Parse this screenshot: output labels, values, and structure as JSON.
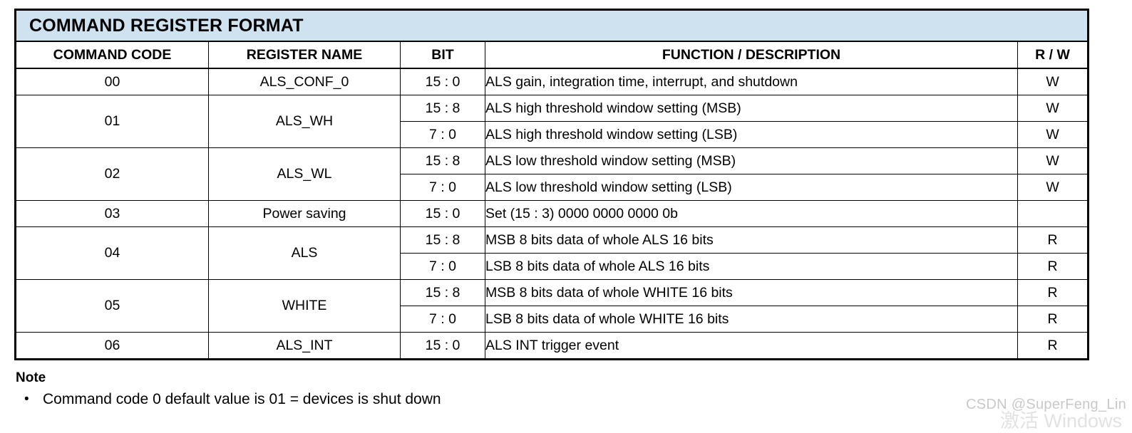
{
  "table": {
    "title": "COMMAND REGISTER FORMAT",
    "title_bg": "#cee2f0",
    "headers": {
      "command_code": "COMMAND CODE",
      "register_name": "REGISTER NAME",
      "bit": "BIT",
      "function_description": "FUNCTION / DESCRIPTION",
      "rw": "R / W"
    },
    "rows": [
      {
        "code": "00",
        "name": "ALS_CONF_0",
        "bit": "15 : 0",
        "desc": "ALS gain, integration time, interrupt, and shutdown",
        "rw": "W"
      },
      {
        "code": "01",
        "name": "ALS_WH",
        "bit": "15 : 8",
        "desc": "ALS high threshold window setting (MSB)",
        "rw": "W"
      },
      {
        "code": "",
        "name": "",
        "bit": "7 : 0",
        "desc": "ALS high threshold window setting (LSB)",
        "rw": "W"
      },
      {
        "code": "02",
        "name": "ALS_WL",
        "bit": "15 : 8",
        "desc": "ALS low threshold window setting (MSB)",
        "rw": "W"
      },
      {
        "code": "",
        "name": "",
        "bit": "7 : 0",
        "desc": "ALS low threshold window setting (LSB)",
        "rw": "W"
      },
      {
        "code": "03",
        "name": "Power saving",
        "bit": "15 : 0",
        "desc": "Set (15 : 3) 0000 0000 0000 0b",
        "rw": ""
      },
      {
        "code": "04",
        "name": "ALS",
        "bit": "15 : 8",
        "desc": "MSB 8 bits data of whole ALS 16 bits",
        "rw": "R"
      },
      {
        "code": "",
        "name": "",
        "bit": "7 : 0",
        "desc": "LSB 8 bits data of whole ALS 16 bits",
        "rw": "R"
      },
      {
        "code": "05",
        "name": "WHITE",
        "bit": "15 : 8",
        "desc": "MSB 8 bits data of whole WHITE 16 bits",
        "rw": "R"
      },
      {
        "code": "",
        "name": "",
        "bit": "7 : 0",
        "desc": "LSB 8 bits data of whole WHITE 16 bits",
        "rw": "R"
      },
      {
        "code": "06",
        "name": "ALS_INT",
        "bit": "15 : 0",
        "desc": "ALS INT trigger event",
        "rw": "R"
      }
    ]
  },
  "note": {
    "title": "Note",
    "bullet_glyph": "•",
    "items": [
      "Command code 0 default value is 01 = devices is shut down"
    ]
  },
  "watermarks": {
    "csdn": "CSDN @SuperFeng_Lin",
    "os_activation": "激活 Windows"
  }
}
